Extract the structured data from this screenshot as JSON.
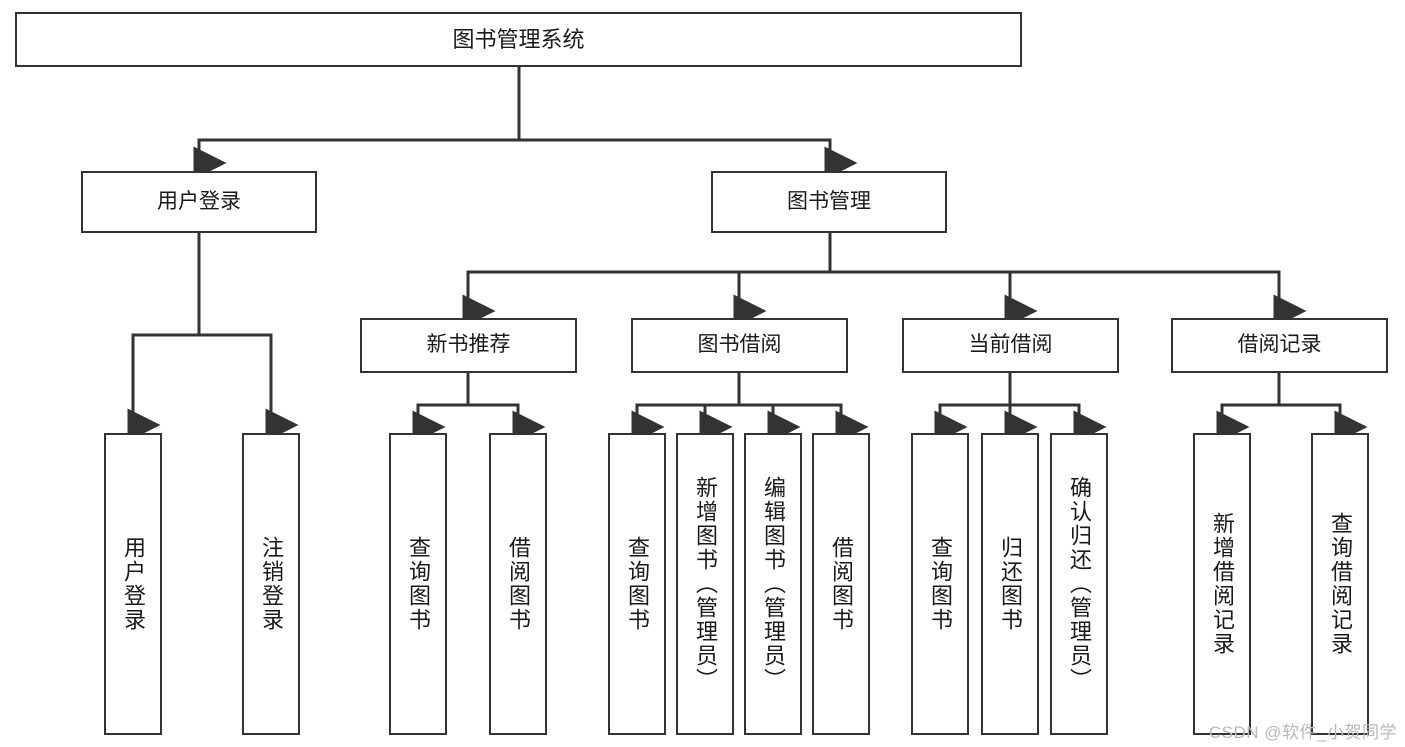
{
  "diagram": {
    "type": "tree",
    "title": "图书管理系统",
    "theme": {
      "stroke": "#333333",
      "fill": "#ffffff",
      "text": "#1a1a1a",
      "watermark_color": "#b9b9b9"
    },
    "levels": {
      "root": {
        "label": "图书管理系统"
      },
      "level2": [
        {
          "id": "user-login",
          "label": "用户登录"
        },
        {
          "id": "book-management",
          "label": "图书管理"
        }
      ],
      "level3": [
        {
          "id": "new-book-recommend",
          "label": "新书推荐"
        },
        {
          "id": "book-borrow",
          "label": "图书借阅"
        },
        {
          "id": "current-borrow",
          "label": "当前借阅"
        },
        {
          "id": "borrow-record",
          "label": "借阅记录"
        }
      ],
      "leaves": {
        "user-login": [
          {
            "id": "leaf-user-login",
            "label": "用户登录"
          },
          {
            "id": "leaf-logout-login",
            "label": "注销登录"
          }
        ],
        "new-book-recommend": [
          {
            "id": "leaf-query-book-1",
            "label": "查询图书"
          },
          {
            "id": "leaf-borrow-book-1",
            "label": "借阅图书"
          }
        ],
        "book-borrow": [
          {
            "id": "leaf-query-book-2",
            "label": "查询图书"
          },
          {
            "id": "leaf-add-book-admin",
            "label": "新增图书（管理员）"
          },
          {
            "id": "leaf-edit-book-admin",
            "label": "编辑图书（管理员）"
          },
          {
            "id": "leaf-borrow-book-2",
            "label": "借阅图书"
          }
        ],
        "current-borrow": [
          {
            "id": "leaf-query-book-3",
            "label": "查询图书"
          },
          {
            "id": "leaf-return-book",
            "label": "归还图书"
          },
          {
            "id": "leaf-confirm-return-admin",
            "label": "确认归还（管理员）"
          }
        ],
        "borrow-record": [
          {
            "id": "leaf-add-borrow-record",
            "label": "新增借阅记录"
          },
          {
            "id": "leaf-query-borrow-record",
            "label": "查询借阅记录"
          }
        ]
      }
    },
    "watermark": "CSDN @软件_小贺同学"
  }
}
